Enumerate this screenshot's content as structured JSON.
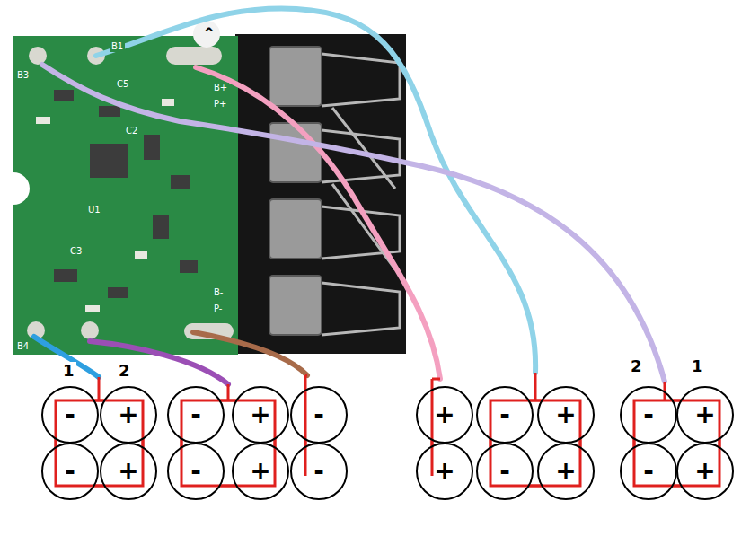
{
  "diagram": {
    "nodes": [
      {
        "text": [
          "-"
        ]
      },
      {
        "text": [
          "+"
        ]
      },
      {
        "text": [
          "-"
        ]
      },
      {
        "text": [
          "+"
        ]
      },
      {
        "text": [
          "-"
        ]
      },
      {
        "text": [
          "+"
        ]
      },
      {
        "text": [
          "-"
        ]
      },
      {
        "text": [
          "+"
        ]
      },
      {
        "text": [
          "-"
        ]
      },
      {
        "text": [
          "-"
        ]
      },
      {
        "text": [
          "+"
        ]
      },
      {
        "text": [
          "+"
        ]
      },
      {
        "text": [
          "-"
        ]
      },
      {
        "text": [
          "+"
        ]
      },
      {
        "text": [
          "-"
        ]
      },
      {
        "text": [
          "+"
        ]
      },
      {
        "text": [
          "-"
        ]
      },
      {
        "text": [
          "+"
        ]
      },
      {
        "text": [
          "-"
        ]
      },
      {
        "text": [
          "+"
        ]
      }
    ],
    "edges": [
      {
        "from": 0,
        "to": 1,
        "arrow": "none"
      },
      {
        "from": 1,
        "to": 3,
        "arrow": "none"
      },
      {
        "from": 3,
        "to": 2,
        "arrow": "none"
      },
      {
        "from": 2,
        "to": 0,
        "arrow": "none"
      },
      {
        "from": 4,
        "to": 5,
        "arrow": "none"
      },
      {
        "from": 5,
        "to": 7,
        "arrow": "none"
      },
      {
        "from": 7,
        "to": 6,
        "arrow": "none"
      },
      {
        "from": 6,
        "to": 4,
        "arrow": "none"
      },
      {
        "from": 8,
        "to": 9,
        "arrow": "none"
      },
      {
        "from": 10,
        "to": 11,
        "arrow": "none"
      },
      {
        "from": 12,
        "to": 13,
        "arrow": "none"
      },
      {
        "from": 13,
        "to": 15,
        "arrow": "none"
      },
      {
        "from": 15,
        "to": 14,
        "arrow": "none"
      },
      {
        "from": 14,
        "to": 12,
        "arrow": "none"
      },
      {
        "from": 16,
        "to": 17,
        "arrow": "none"
      },
      {
        "from": 17,
        "to": 19,
        "arrow": "none"
      },
      {
        "from": 19,
        "to": 18,
        "arrow": "none"
      },
      {
        "from": 18,
        "to": 16,
        "arrow": "none"
      }
    ],
    "labels": [
      "^",
      "B3",
      "B1",
      "C5",
      "B+",
      "P+",
      "C2",
      "U1",
      "C3",
      "B-",
      "P-",
      "B4",
      "1",
      "2",
      "2",
      "1"
    ]
  }
}
